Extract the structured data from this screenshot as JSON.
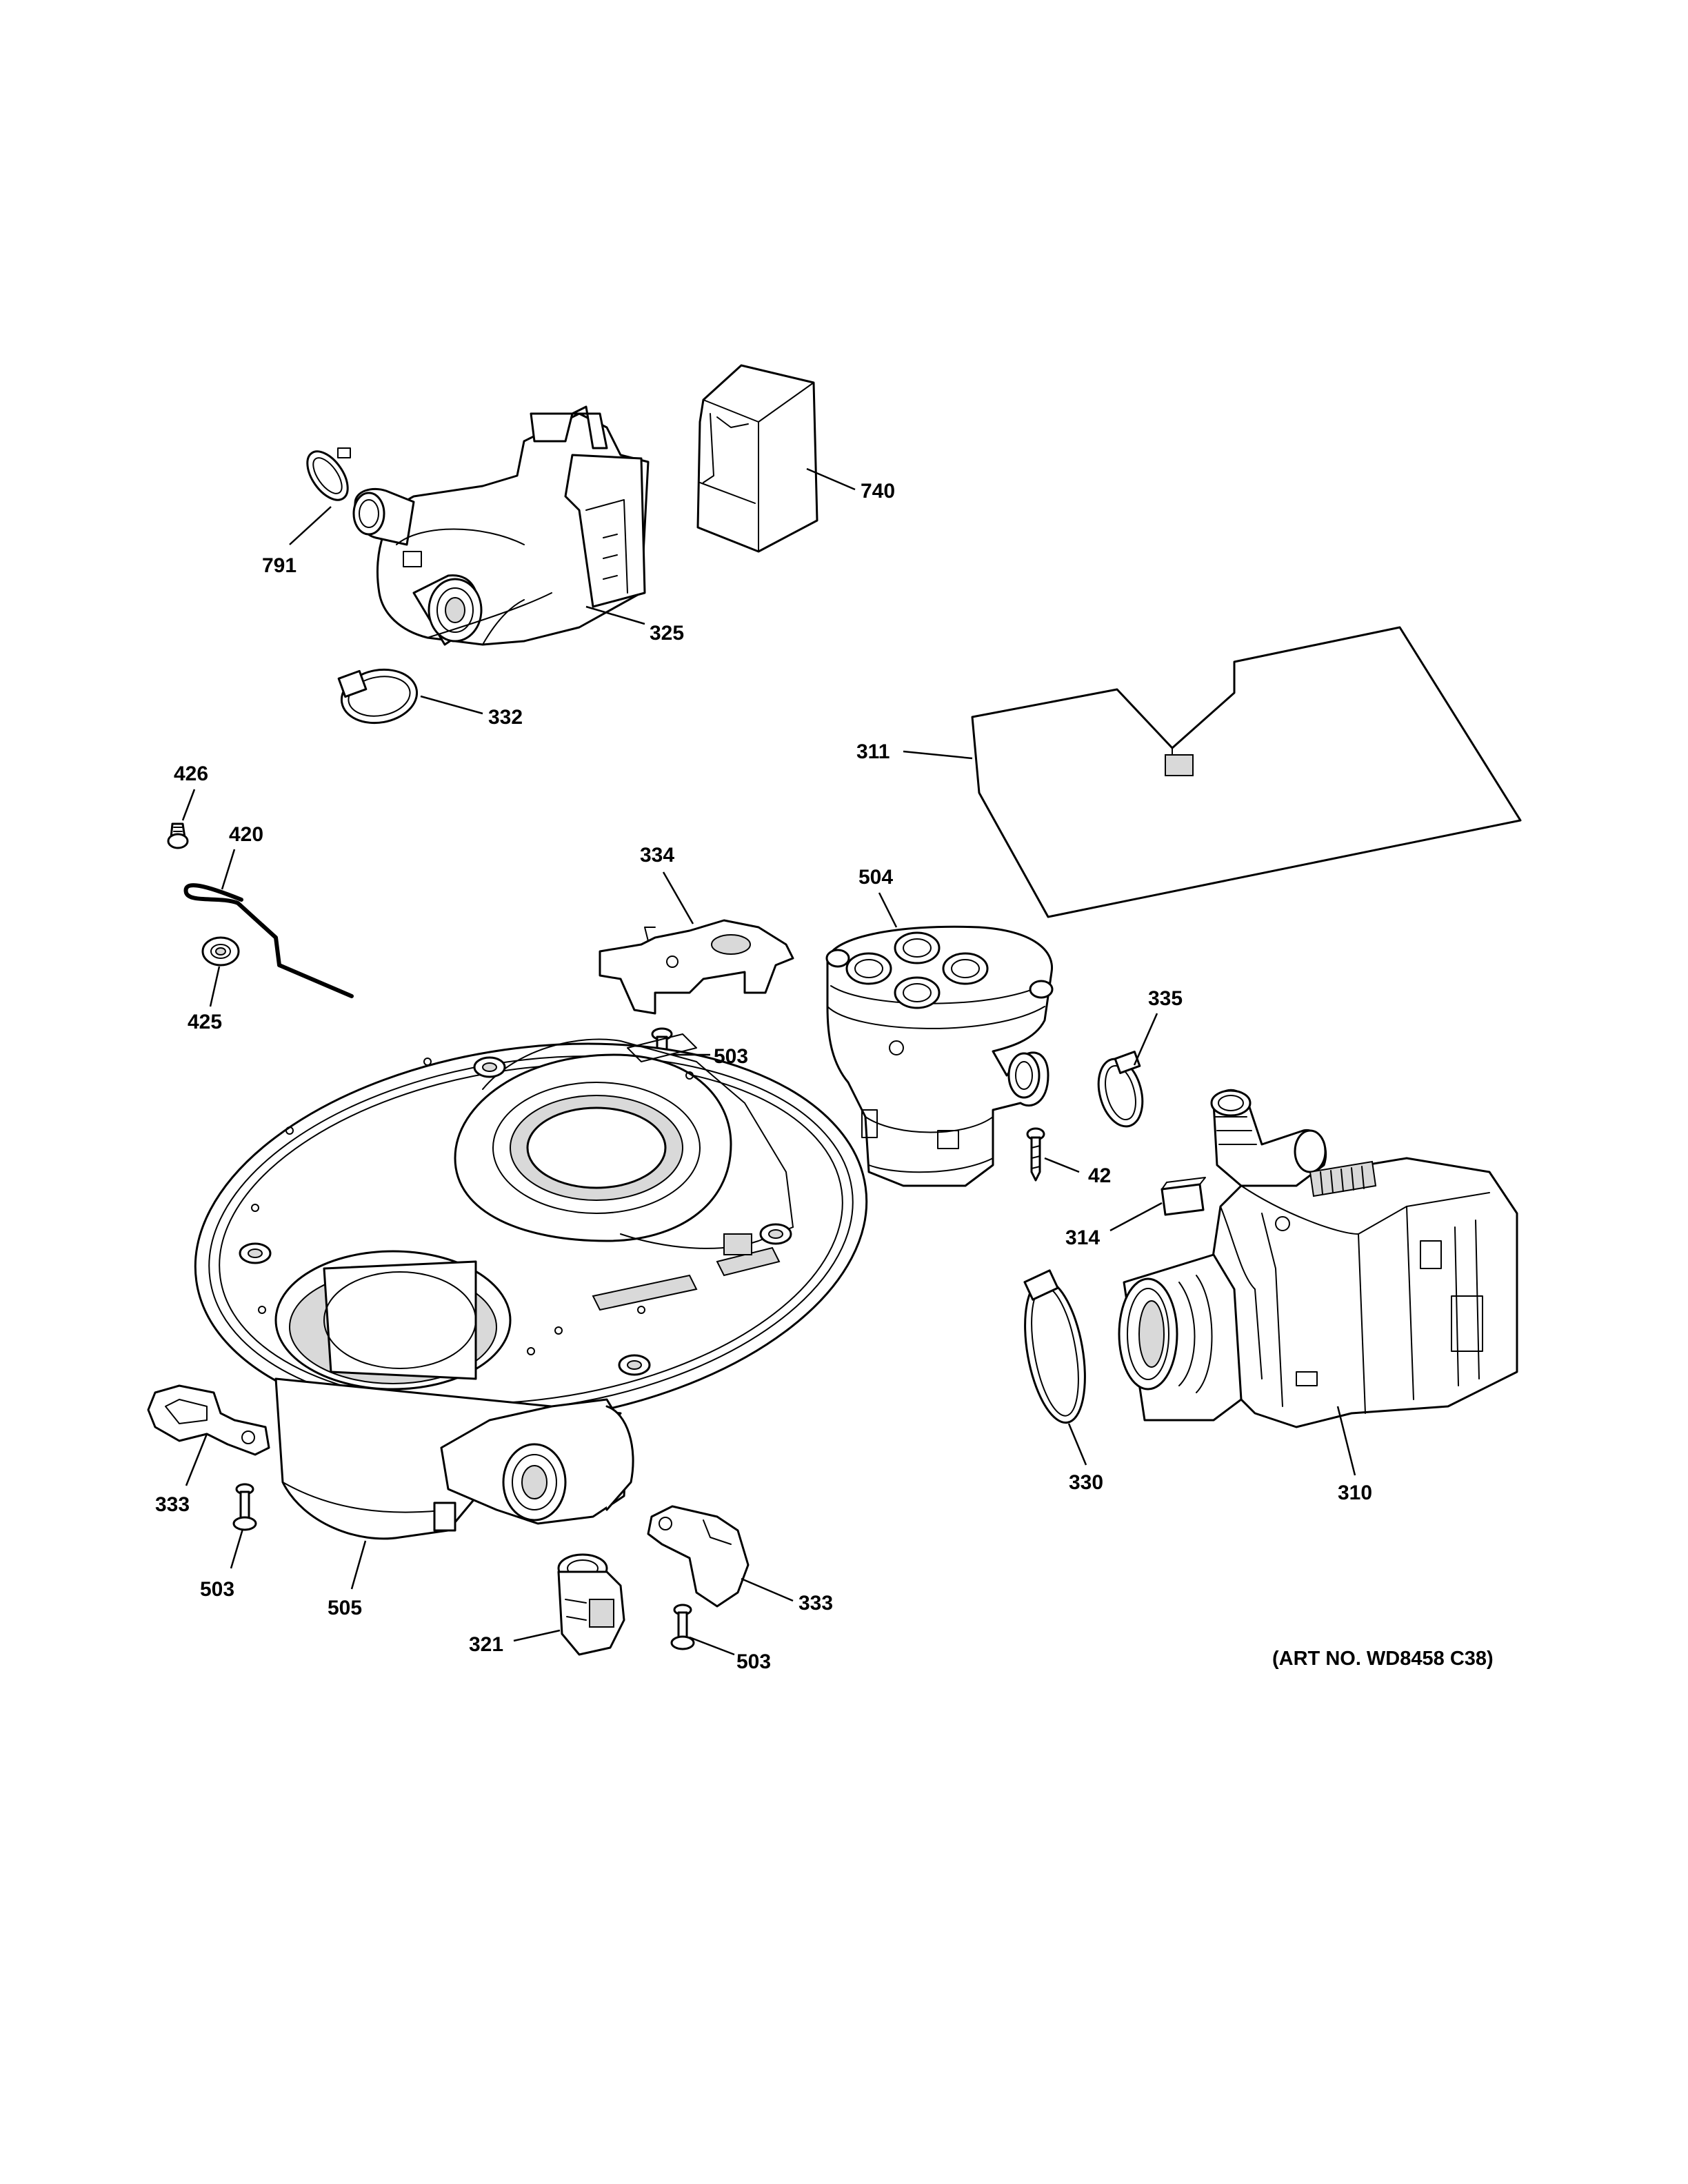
{
  "callouts": {
    "c791": "791",
    "c740": "740",
    "c325": "325",
    "c332": "332",
    "c311": "311",
    "c426": "426",
    "c420": "420",
    "c425": "425",
    "c334": "334",
    "c504": "504",
    "c503a": "503",
    "c335": "335",
    "c42": "42",
    "c314": "314",
    "c330": "330",
    "c310": "310",
    "c333a": "333",
    "c503b": "503",
    "c505": "505",
    "c321": "321",
    "c333b": "333",
    "c503c": "503"
  },
  "art_number": "(ART NO. WD8458 C38)"
}
